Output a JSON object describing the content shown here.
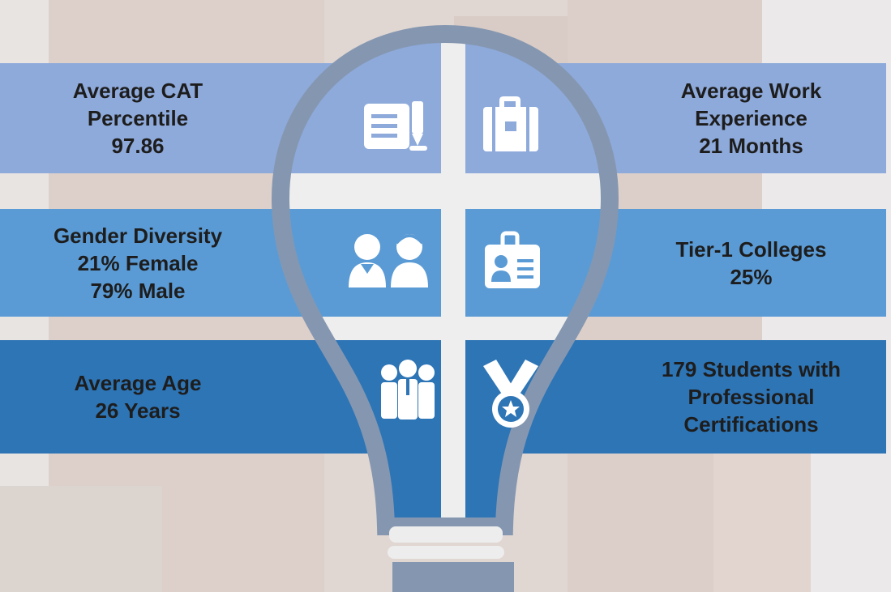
{
  "panels": {
    "cat": {
      "lines": [
        "Average CAT",
        "Percentile",
        "97.86"
      ],
      "icon": "document-pen-icon",
      "color": "#8eaadb"
    },
    "work": {
      "lines": [
        "Average Work",
        "Experience",
        "21 Months"
      ],
      "icon": "briefcase-icon",
      "color": "#8eaadb"
    },
    "gender": {
      "lines": [
        "Gender Diversity",
        "21% Female",
        "79% Male"
      ],
      "icon": "male-female-users-icon",
      "color": "#5b9bd5"
    },
    "tier": {
      "lines": [
        "Tier-1 Colleges",
        "25%"
      ],
      "icon": "id-badge-icon",
      "color": "#5b9bd5"
    },
    "age": {
      "lines": [
        "Average Age",
        "26 Years"
      ],
      "icon": "group-users-icon",
      "color": "#2e75b6"
    },
    "cert": {
      "lines": [
        "179 Students with",
        "Professional",
        "Certifications"
      ],
      "icon": "medal-icon",
      "color": "#2e75b6"
    }
  },
  "colors": {
    "bulb_outline": "#8597b0",
    "divider": "#ffffff",
    "text_light": "#1d1d1d",
    "text_dark": "#ffffff"
  }
}
